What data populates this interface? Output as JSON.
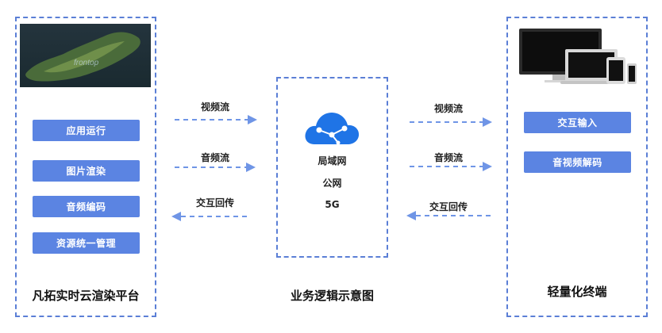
{
  "left_panel": {
    "title": "凡拓实时云渲染平台",
    "buttons": [
      "应用运行",
      "图片渲染",
      "音频编码",
      "资源统一管理"
    ]
  },
  "center_panel": {
    "lines": [
      "局域网",
      "公网",
      "5G"
    ],
    "caption": "业务逻辑示意图"
  },
  "right_panel": {
    "title": "轻量化终端",
    "buttons": [
      "交互输入",
      "音视频解码"
    ]
  },
  "flows_left": [
    "视频流",
    "音频流",
    "交互回传"
  ],
  "flows_right": [
    "视频流",
    "音频流",
    "交互回传"
  ],
  "colors": {
    "border": "#5b7fd6",
    "button": "#5b84e2",
    "arrow": "#6f95e6",
    "cloud": "#1f74e6"
  },
  "icons": {
    "cloud": "cloud-network-icon",
    "devices": "devices-image",
    "map": "island-map-image"
  }
}
